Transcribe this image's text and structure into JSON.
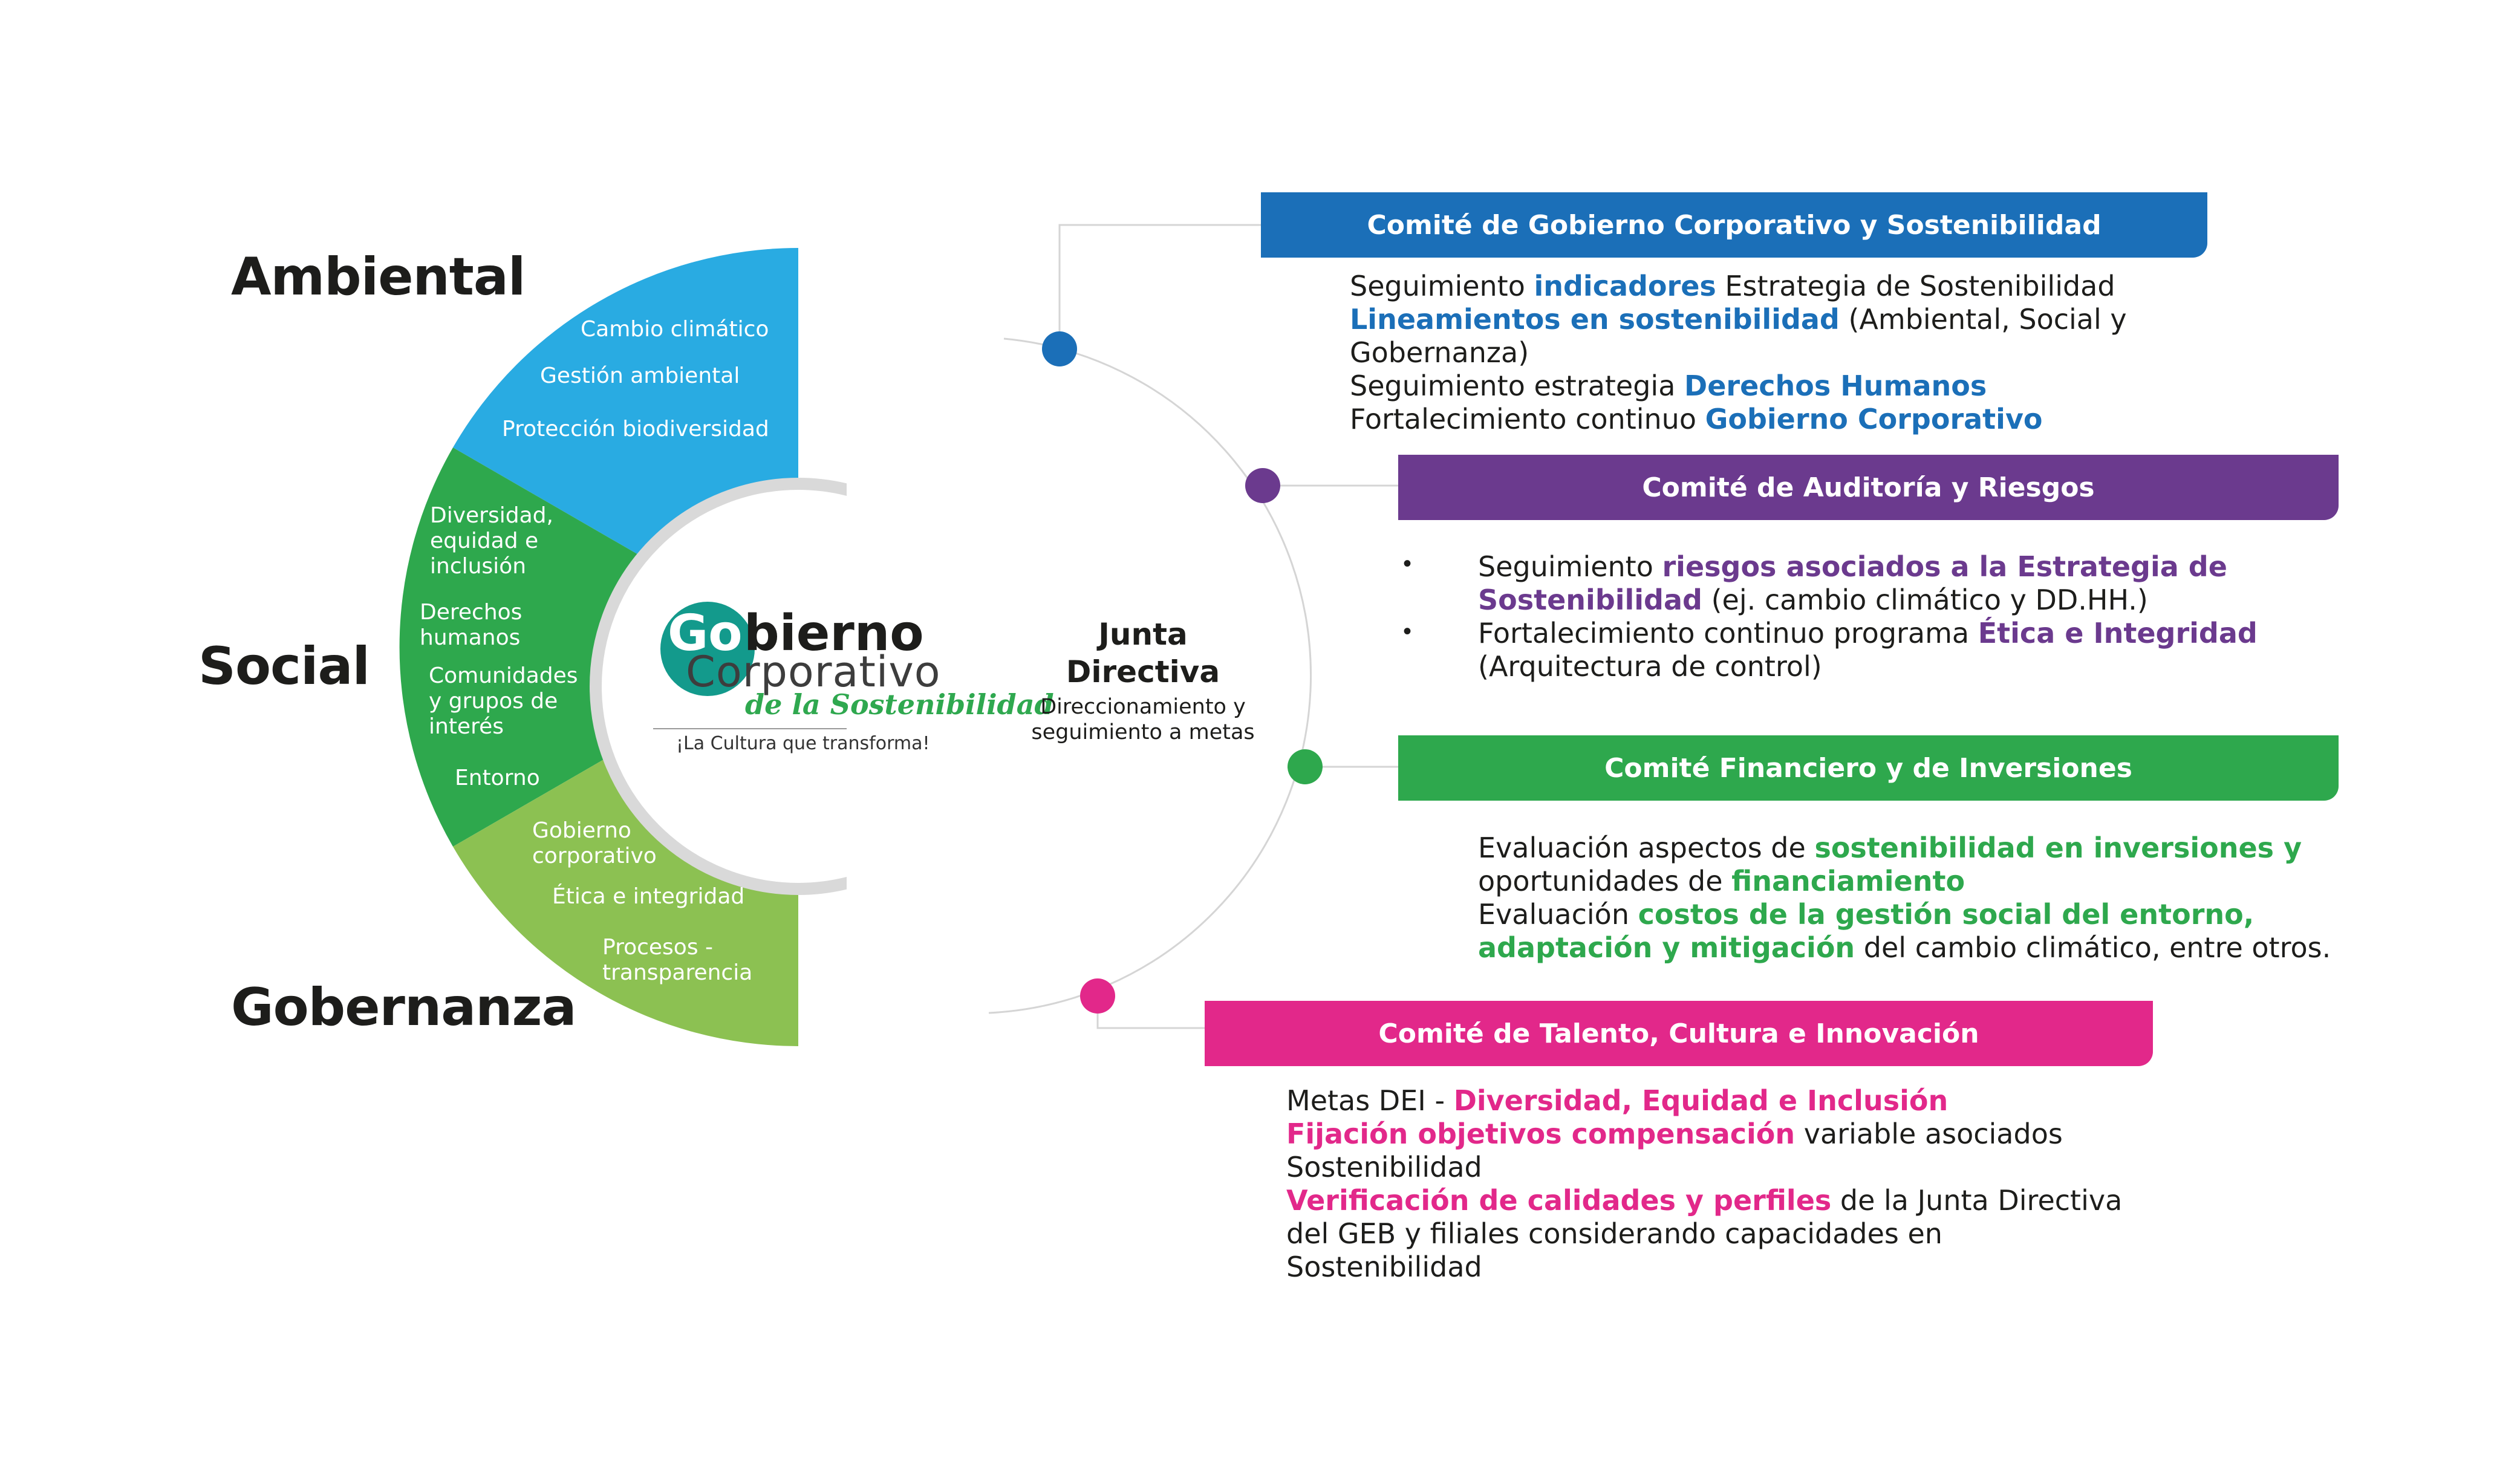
{
  "categories": {
    "ambiental": "Ambiental",
    "social": "Social",
    "gobernanza": "Gobernanza"
  },
  "wheel": {
    "ambiental_items": [
      "Cambio climático",
      "Gestión ambiental",
      "Protección biodiversidad"
    ],
    "social_items": {
      "diversidad": [
        "Diversidad,",
        "equidad e",
        "inclusión"
      ],
      "derechos": [
        "Derechos",
        "humanos"
      ],
      "comunidades": [
        "Comunidades",
        "y grupos de",
        "interés"
      ],
      "entorno": "Entorno"
    },
    "gobernanza_items": {
      "gobierno": [
        "Gobierno",
        "corporativo"
      ],
      "etica": "Ética e integridad",
      "procesos": [
        "Procesos -",
        "transparencia"
      ]
    },
    "colors": {
      "ambiental": "#29abe2",
      "social": "#2ea84d",
      "gobernanza": "#8cc152"
    }
  },
  "logo": {
    "go": "Go",
    "bierno": "bierno",
    "corporativo": "Corporativo",
    "sostenibilidad": "de la Sostenibilidad",
    "tagline": "¡La Cultura que transforma!"
  },
  "junta": {
    "title_1": "Junta",
    "title_2": "Directiva",
    "sub_1": "Direccionamiento y",
    "sub_2": "seguimiento a metas"
  },
  "committees": [
    {
      "title": "Comité de Gobierno Corporativo y Sostenibilidad",
      "color": "#1b6fb8",
      "lines": [
        [
          {
            "t": "Seguimiento "
          },
          {
            "t": "indicadores",
            "b": true
          },
          {
            "t": " Estrategia de Sostenibilidad"
          }
        ],
        [
          {
            "t": "Lineamientos en sostenibilidad",
            "b": true
          },
          {
            "t": " (Ambiental, Social y"
          }
        ],
        [
          {
            "t": "Gobernanza)"
          }
        ],
        [
          {
            "t": "Seguimiento estrategia "
          },
          {
            "t": "Derechos Humanos",
            "b": true
          }
        ],
        [
          {
            "t": "Fortalecimiento continuo "
          },
          {
            "t": "Gobierno Corporativo",
            "b": true
          }
        ]
      ]
    },
    {
      "title": "Comité de Auditoría y Riesgos",
      "color": "#6b3a8e",
      "bullet": "•",
      "lines": [
        [
          {
            "t": "Seguimiento "
          },
          {
            "t": "riesgos asociados a la Estrategia de",
            "b": true
          }
        ],
        [
          {
            "t": "Sostenibilidad",
            "b": true
          },
          {
            "t": " (ej. cambio climático y DD.HH.)"
          }
        ],
        [
          {
            "t": "Fortalecimiento continuo programa "
          },
          {
            "t": "Ética e Integridad",
            "b": true
          }
        ],
        [
          {
            "t": "(Arquitectura de control)"
          }
        ]
      ]
    },
    {
      "title": "Comité Financiero y de Inversiones",
      "color": "#2ea84d",
      "lines": [
        [
          {
            "t": "Evaluación aspectos de "
          },
          {
            "t": "sostenibilidad en inversiones y",
            "b": true
          }
        ],
        [
          {
            "t": "oportunidades de "
          },
          {
            "t": "financiamiento",
            "b": true
          }
        ],
        [
          {
            "t": "Evaluación "
          },
          {
            "t": "costos de la gestión social del entorno,",
            "b": true
          }
        ],
        [
          {
            "t": "adaptación y mitigación",
            "b": true
          },
          {
            "t": " del cambio climático, entre otros."
          }
        ]
      ]
    },
    {
      "title": "Comité de Talento, Cultura e Innovación",
      "color": "#e2288a",
      "lines": [
        [
          {
            "t": "Metas DEI - "
          },
          {
            "t": "Diversidad, Equidad e Inclusión",
            "b": true
          }
        ],
        [
          {
            "t": "Fijación objetivos compensación",
            "b": true
          },
          {
            "t": " variable asociados"
          }
        ],
        [
          {
            "t": "Sostenibilidad"
          }
        ],
        [
          {
            "t": "Verificación de calidades y perfiles",
            "b": true
          },
          {
            "t": " de la Junta Directiva"
          }
        ],
        [
          {
            "t": "del GEB y filiales considerando capacidades en"
          }
        ],
        [
          {
            "t": "Sostenibilidad"
          }
        ]
      ]
    }
  ]
}
